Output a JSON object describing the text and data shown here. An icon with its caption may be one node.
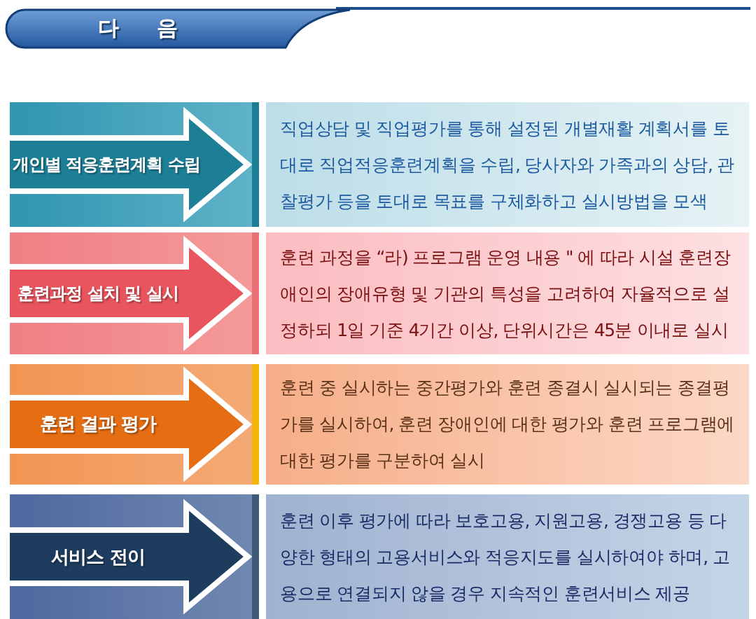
{
  "diagram": {
    "title": "다 음",
    "nodes": [
      {
        "text": [
          "개인별 적응훈련계획 수립"
        ]
      },
      {
        "text": [
          "직업상담 및 직업평가를 통해 설정된 개별재활 계획서를 토대로 직업적응훈련계획을 수립, 당사자와 가족과의 상담, 관찰평가 등을 토대로 목표를 구체화하고 실시방법을 모색"
        ]
      },
      {
        "text": [
          "훈련과정 설치 및 실시"
        ]
      },
      {
        "text": [
          "훈련 과정을 “라) 프로그램 운영 내용 \" 에 따라 시설 훈련장애인의 장애유형 및 기관의 특성을 고려하여 자율적으로 설정하되 1일 기준 4기간 이상, 단위시간은 45분 이내로 실시"
        ]
      },
      {
        "text": [
          "훈련 결과 평가"
        ]
      },
      {
        "text": [
          "훈련 중 실시하는 중간평가와 훈련 종결시 실시되는 종결평가를 실시하여, 훈련 장애인에 대한 평가와 훈련 프로그램에 대한 평가를 구분하여 실시"
        ]
      },
      {
        "text": [
          "서비스 전이"
        ]
      },
      {
        "text": [
          "훈련 이후 평가에 따라 보호고용, 지원고용, 경쟁고용 등 다양한 형태의 고용서비스와 적응지도를 실시하여야 하며, 고용으로 연결되지 않을 경우 지속적인 훈련서비스 제공"
        ]
      }
    ]
  }
}
